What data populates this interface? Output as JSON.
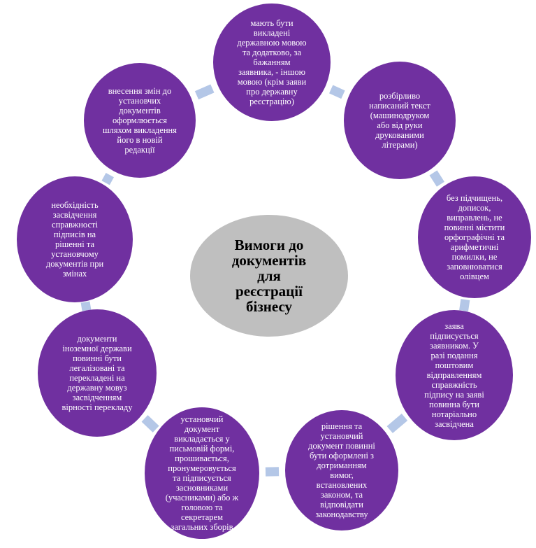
{
  "colors": {
    "node": "#7030a0",
    "center": "#bfbfbf",
    "connector": "#b4c7e7"
  },
  "center": {
    "text": "Вимоги до\nдокументів\nдля\nреєстрації\nбізнесу"
  },
  "nodes": [
    {
      "text": "мають бути\nвикладені\nдержавною мовою\nта додатково, за\nбажанням\nзаявника, - іншою\nмовою (крім заяви\nпро державну\nреєстрацію)"
    },
    {
      "text": "розбірливо\nнаписаний  текст\n(машинодруком\nабо від руки\nдрукованими\nлітерами)"
    },
    {
      "text": "без підчищень,\nдописок,\nвиправлень,  не\nповинні  містити\nорфографічні  та\nарифметичні\nпомилки,   не\nзаповнюватися\nолівцем"
    },
    {
      "text": "заява\nпідписується\nзаявником. У\nразі подання\nпоштовим\nвідправленням\nсправжність\nпідпису  на заяві\nповинна  бути\nнотаріально\nзасвідчена"
    },
    {
      "text": "рішення та\nустановчий\nдокумент повинні\nбути оформлені з\nдотриманням\nвимог,\nвстановлених\nзаконом, та\nвідповідати\nзаконодавству"
    },
    {
      "text": "установчий\nдокумент\nвикладається  у\nписьмовій формі,\nпрошивається,\nпронумеровується\nта підписується\nзасновниками\n(учасниками) або ж\nголовою та\nсекретарем\nзагальних  зборів"
    },
    {
      "text": "документи\nіноземної держави\nповинні бути\nлегалізовані  та\nперекладені  на\nдержавну мовуз\nзасвідченням\nвірності перекладу"
    },
    {
      "text": "необхідність\nзасвідчення\nсправжності\nпідписів  на\nрішенні та\nустановчому\nдокументів  при\nзмінах"
    },
    {
      "text": "внесення змін до\nустановчих\nдокументів\nоформлюється\nшляхом викладення\nйого в новій\nредакції"
    }
  ]
}
